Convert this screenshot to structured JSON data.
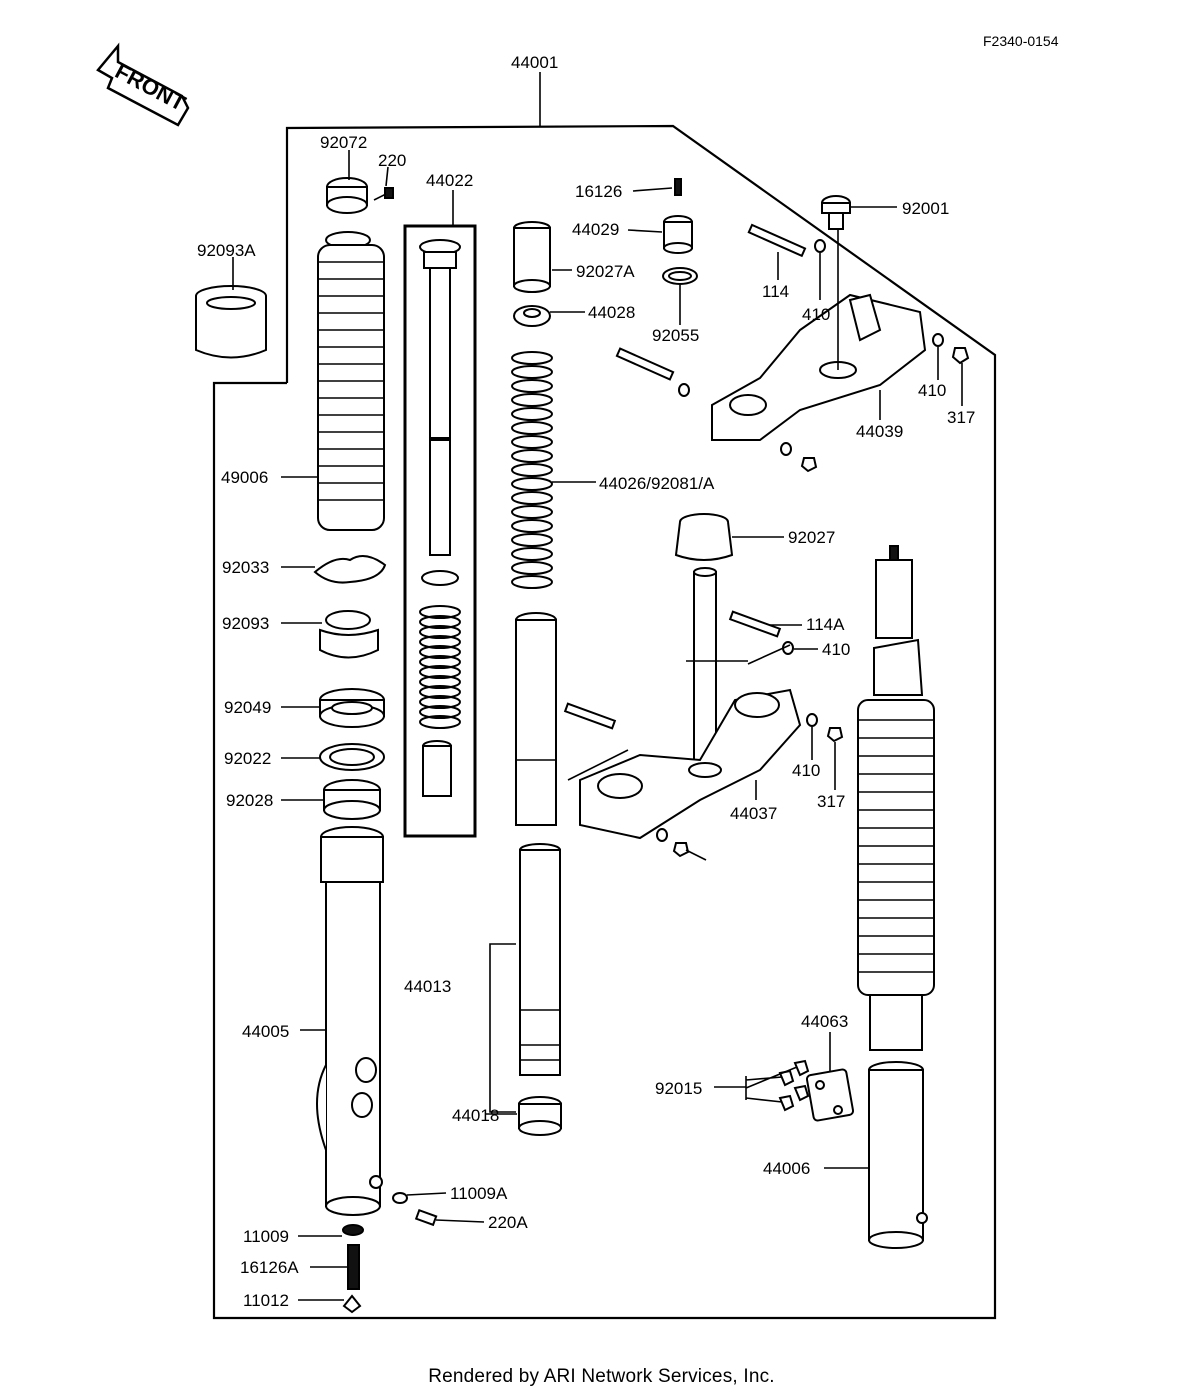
{
  "diagram_id": "F2340-0154",
  "front_label": "FRONT",
  "footer": "Rendered by ARI Network Services, Inc.",
  "parts": {
    "p44001": "44001",
    "p92072": "92072",
    "p220": "220",
    "p44022": "44022",
    "p16126": "16126",
    "p92001": "92001",
    "p92093A": "92093A",
    "p44029": "44029",
    "p92027A": "92027A",
    "p114": "114",
    "p92055": "92055",
    "p44028": "44028",
    "p410_top": "410",
    "p410_right": "410",
    "p317_top": "317",
    "p44039": "44039",
    "p49006": "49006",
    "p44026": "44026/92081/A",
    "p92027": "92027",
    "p92033": "92033",
    "p114A": "114A",
    "p92093": "92093",
    "p410_mid": "410",
    "p92049": "92049",
    "p410_low": "410",
    "p92022": "92022",
    "p317_low": "317",
    "p92028": "92028",
    "p44037": "44037",
    "p44013": "44013",
    "p44005": "44005",
    "p44063": "44063",
    "p92015": "92015",
    "p44018": "44018",
    "p44006": "44006",
    "p11009A": "11009A",
    "p220A": "220A",
    "p11009": "11009",
    "p16126A": "16126A",
    "p11012": "11012"
  }
}
